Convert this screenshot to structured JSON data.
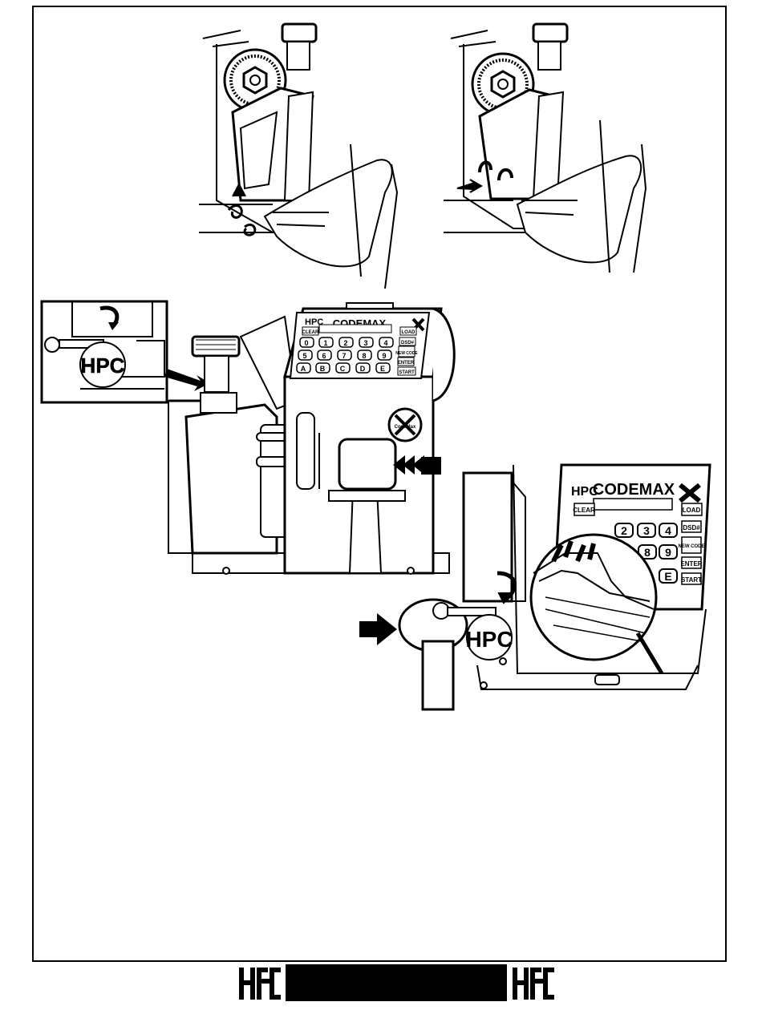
{
  "brand": {
    "logo_text": "HPC"
  },
  "keypad": {
    "title": "CODEMAX",
    "clear": "CLEAR",
    "load": "LOAD",
    "dsd": "DSD#",
    "new_code": "NEW CODE",
    "enter": "ENTER",
    "start": "START",
    "digits": [
      "0",
      "1",
      "2",
      "3",
      "4",
      "5",
      "6",
      "7",
      "8",
      "9"
    ],
    "letters": [
      "A",
      "B",
      "C",
      "D",
      "E"
    ],
    "badge": "CodeMax"
  },
  "detail_keypad": {
    "title": "CODEMAX",
    "clear": "CLEAR",
    "load": "LOAD",
    "dsd": "DSD#",
    "new_code": "NEW CODE",
    "enter": "ENTER",
    "start": "START",
    "digits": [
      "2",
      "3",
      "4",
      "8",
      "9",
      "E"
    ]
  },
  "footer": {
    "colors": {
      "bar": "#000000"
    }
  }
}
